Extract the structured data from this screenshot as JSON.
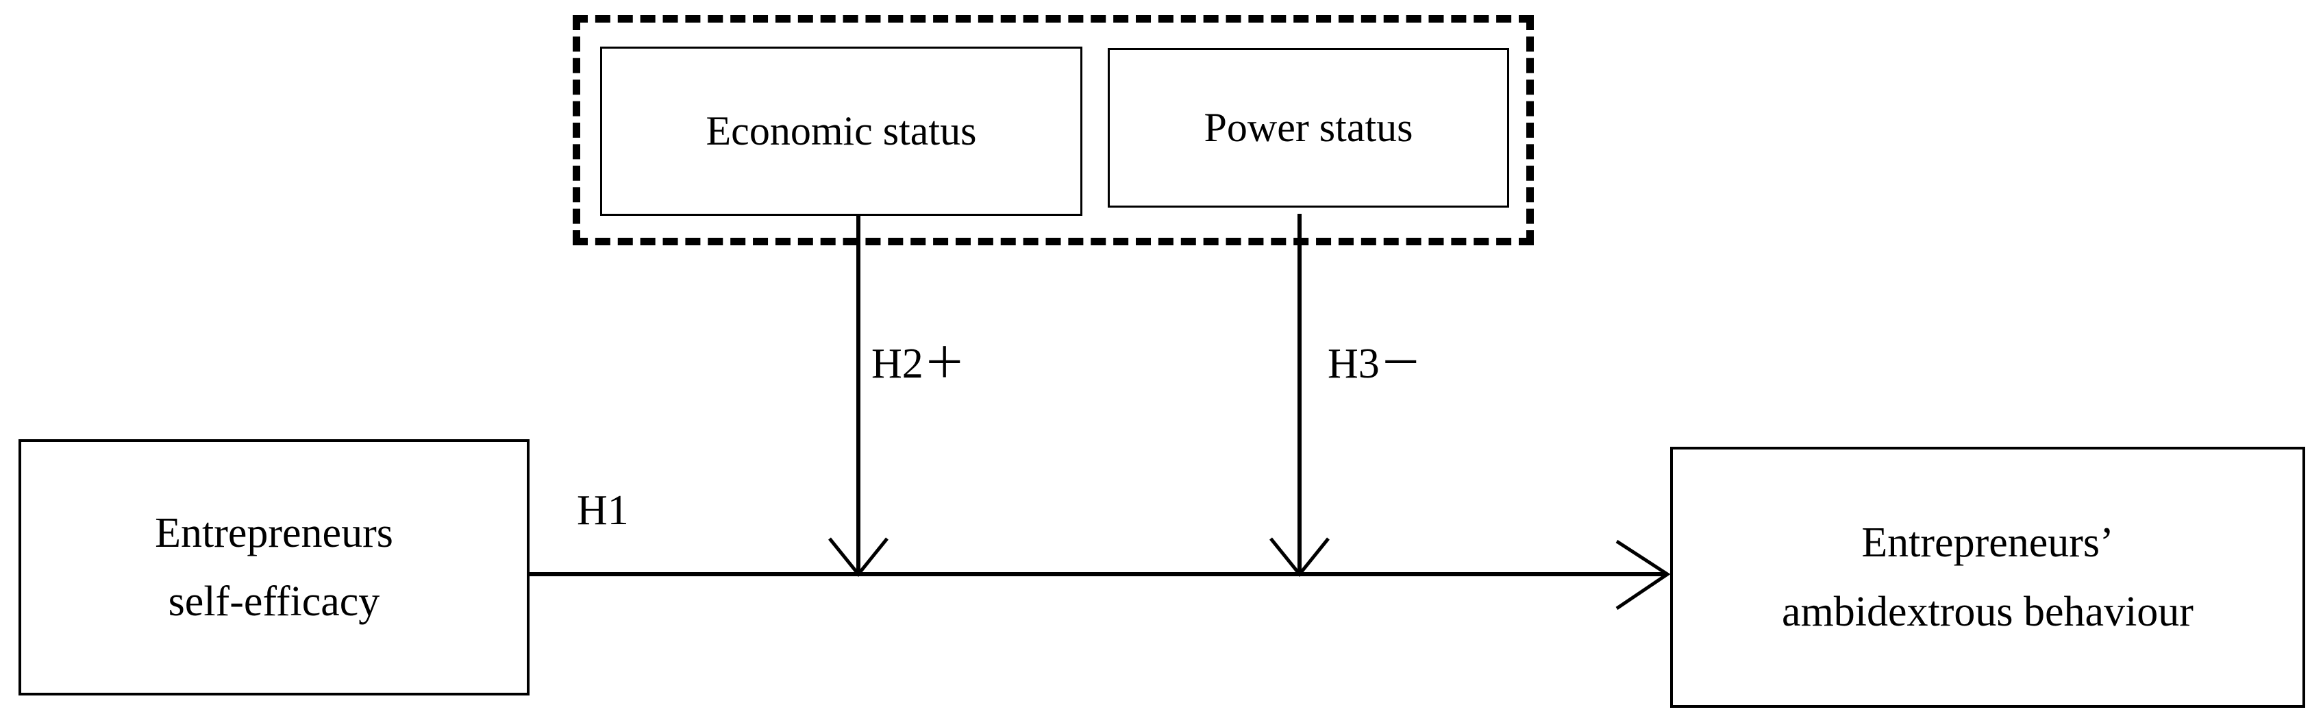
{
  "diagram": {
    "title": "Research model: entrepreneurs self-efficacy and ambidextrous behaviour with status moderators",
    "type": "conceptual-path-model",
    "background_color": "#ffffff",
    "line_color": "#000000",
    "text_color": "#000000"
  },
  "nodes": {
    "predictor": {
      "id": "entrepreneurs-self-efficacy",
      "line1": "Entrepreneurs",
      "line2": "self-efficacy",
      "border_style": "solid",
      "border_color": "#000000"
    },
    "outcome": {
      "id": "entrepreneurs-ambidextrous-behaviour",
      "line1": "Entrepreneurs’",
      "line2": "ambidextrous behaviour",
      "border_style": "solid",
      "border_color": "#000000"
    },
    "moderators": [
      {
        "id": "economic-status",
        "label": "Economic status",
        "border_style": "solid",
        "border_color": "#000000"
      },
      {
        "id": "power-status",
        "label": "Power status",
        "border_style": "solid",
        "border_color": "#000000"
      }
    ],
    "moderator_group": {
      "id": "moderator-group",
      "border_style": "dashed",
      "border_color": "#000000"
    }
  },
  "edges": [
    {
      "id": "h1",
      "label": "H1",
      "from": "entrepreneurs-self-efficacy",
      "to": "entrepreneurs-ambidextrous-behaviour",
      "direction": "horizontal-right",
      "arrowhead": "open-v"
    },
    {
      "id": "h2",
      "label": "H2＋",
      "from": "economic-status",
      "to": "h1",
      "direction": "vertical-down",
      "arrowhead": "open-v",
      "sign": "positive"
    },
    {
      "id": "h3",
      "label": "H3－",
      "from": "power-status",
      "to": "h1",
      "direction": "vertical-down",
      "arrowhead": "open-v",
      "sign": "negative"
    }
  ]
}
